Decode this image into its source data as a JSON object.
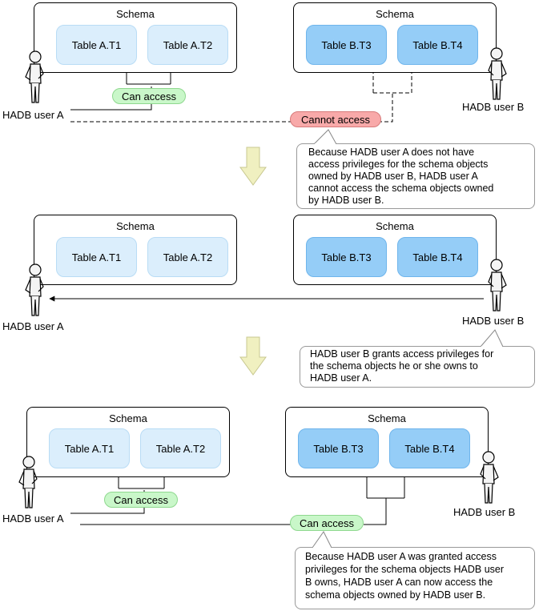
{
  "panels": [
    {
      "schema_a": {
        "label": "Schema",
        "tables": [
          "Table A.T1",
          "Table A.T2"
        ]
      },
      "schema_b": {
        "label": "Schema",
        "tables": [
          "Table B.T3",
          "Table B.T4"
        ]
      },
      "user_a": "HADB user A",
      "user_b": "HADB user B",
      "access_a": "Can access",
      "access_b": "Cannot access",
      "callout": [
        "Because HADB user A does not have",
        "access privileges for the schema objects",
        "owned by HADB user B, HADB user A",
        "cannot access the schema objects owned",
        "by HADB user B."
      ]
    },
    {
      "schema_a": {
        "label": "Schema",
        "tables": [
          "Table A.T1",
          "Table A.T2"
        ]
      },
      "schema_b": {
        "label": "Schema",
        "tables": [
          "Table B.T3",
          "Table B.T4"
        ]
      },
      "user_a": "HADB user A",
      "user_b": "HADB user B",
      "callout": [
        "HADB user B grants access privileges for",
        "the schema objects he or she owns to",
        "HADB user A."
      ]
    },
    {
      "schema_a": {
        "label": "Schema",
        "tables": [
          "Table A.T1",
          "Table A.T2"
        ]
      },
      "schema_b": {
        "label": "Schema",
        "tables": [
          "Table B.T3",
          "Table B.T4"
        ]
      },
      "user_a": "HADB user A",
      "user_b": "HADB user B",
      "access_a": "Can access",
      "access_b": "Can access",
      "callout": [
        "Because HADB user A was granted access",
        "privileges for the schema objects HADB user",
        "B owns, HADB user A can now access the",
        "schema objects owned by HADB user B."
      ]
    }
  ],
  "colors": {
    "table_a_fill": "#dbeefc",
    "table_b_fill": "#95cdf7",
    "can_access_fill": "#c9f7c9",
    "cannot_access_fill": "#f8a9a9",
    "transition_arrow_fill": "#f0f0c0"
  },
  "icons": [
    "person-icon",
    "transition-arrow-icon"
  ]
}
